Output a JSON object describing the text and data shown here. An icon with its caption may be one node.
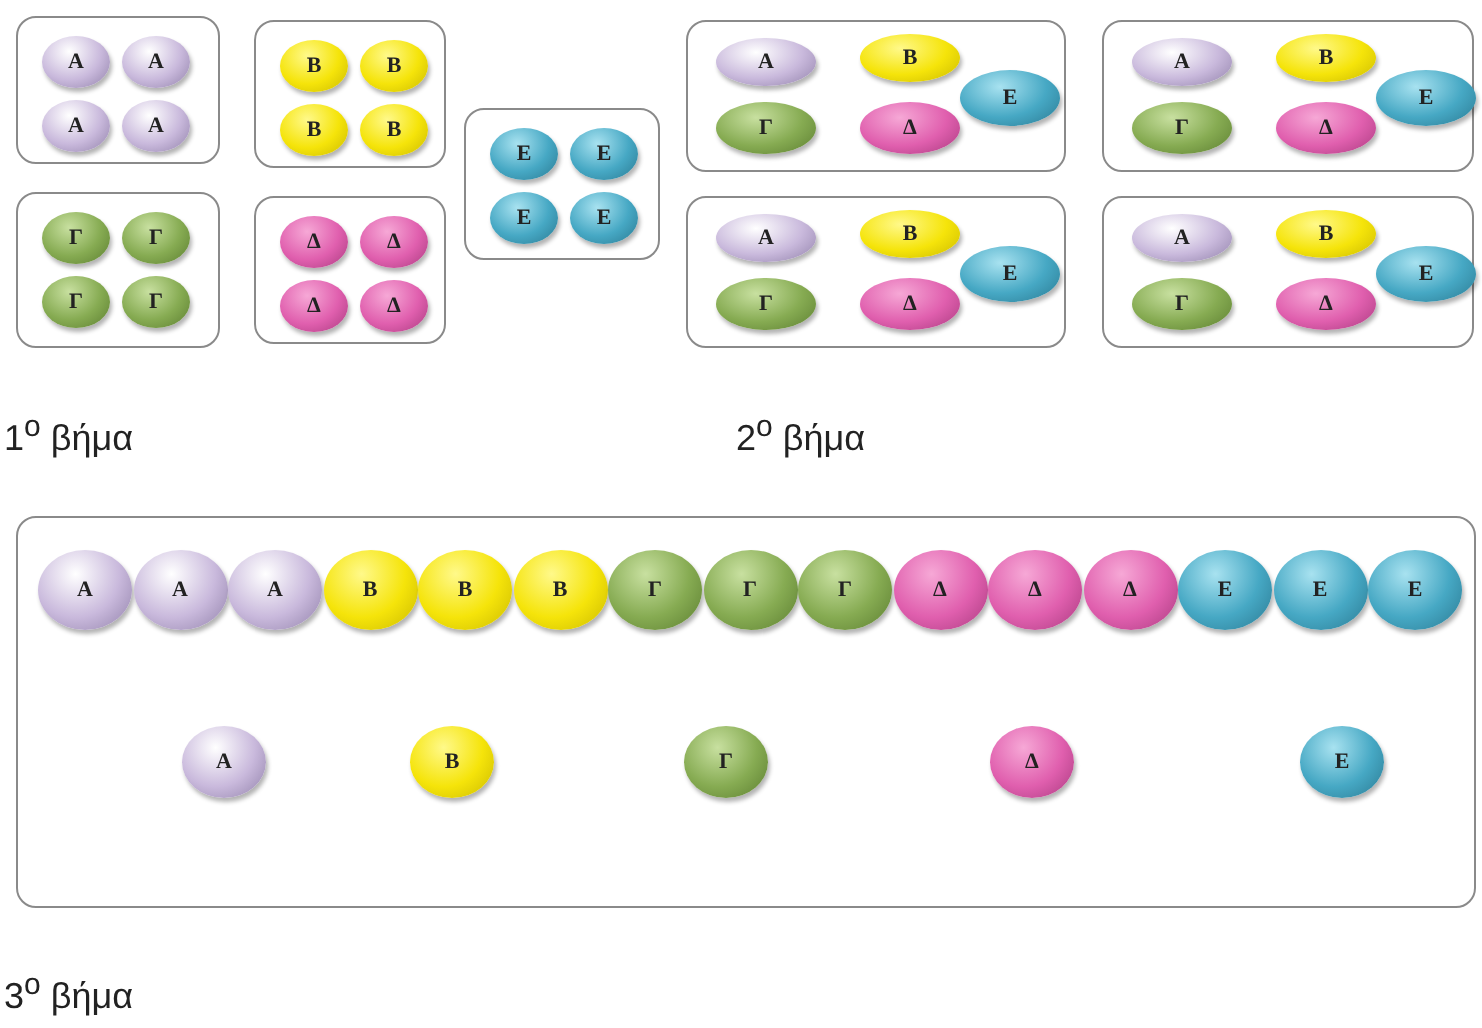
{
  "diagram": {
    "nodes": [
      {
        "text": [],
        "shape": "box"
      },
      {
        "text": [
          "Α"
        ],
        "in": 0
      },
      {
        "text": [
          "Α"
        ],
        "in": 0
      },
      {
        "text": [
          "Α"
        ],
        "in": 0
      },
      {
        "text": [
          "Α"
        ],
        "in": 0
      },
      {
        "text": [],
        "shape": "box"
      },
      {
        "text": [
          "Γ"
        ],
        "in": 5
      },
      {
        "text": [
          "Γ"
        ],
        "in": 5
      },
      {
        "text": [
          "Γ"
        ],
        "in": 5
      },
      {
        "text": [
          "Γ"
        ],
        "in": 5
      },
      {
        "text": [],
        "shape": "box"
      },
      {
        "text": [
          "Β"
        ],
        "in": 10
      },
      {
        "text": [
          "Β"
        ],
        "in": 10
      },
      {
        "text": [
          "Β"
        ],
        "in": 10
      },
      {
        "text": [
          "Β"
        ],
        "in": 10
      },
      {
        "text": [],
        "shape": "box"
      },
      {
        "text": [
          "Δ"
        ],
        "in": 15
      },
      {
        "text": [
          "Δ"
        ],
        "in": 15
      },
      {
        "text": [
          "Δ"
        ],
        "in": 15
      },
      {
        "text": [
          "Δ"
        ],
        "in": 15
      },
      {
        "text": [],
        "shape": "box"
      },
      {
        "text": [
          "Ε"
        ],
        "in": 20
      },
      {
        "text": [
          "Ε"
        ],
        "in": 20
      },
      {
        "text": [
          "Ε"
        ],
        "in": 20
      },
      {
        "text": [
          "Ε"
        ],
        "in": 20
      },
      {
        "text": [],
        "shape": "box"
      },
      {
        "text": [
          "Α"
        ],
        "in": 25
      },
      {
        "text": [
          "Β"
        ],
        "in": 25
      },
      {
        "text": [
          "Γ"
        ],
        "in": 25
      },
      {
        "text": [
          "Δ"
        ],
        "in": 25
      },
      {
        "text": [
          "Ε"
        ],
        "in": 25
      },
      {
        "text": [],
        "shape": "box"
      },
      {
        "text": [
          "Α"
        ],
        "in": 31
      },
      {
        "text": [
          "Β"
        ],
        "in": 31
      },
      {
        "text": [
          "Γ"
        ],
        "in": 31
      },
      {
        "text": [
          "Δ"
        ],
        "in": 31
      },
      {
        "text": [
          "Ε"
        ],
        "in": 31
      },
      {
        "text": [],
        "shape": "box"
      },
      {
        "text": [
          "Α"
        ],
        "in": 37
      },
      {
        "text": [
          "Β"
        ],
        "in": 37
      },
      {
        "text": [
          "Γ"
        ],
        "in": 37
      },
      {
        "text": [
          "Δ"
        ],
        "in": 37
      },
      {
        "text": [
          "Ε"
        ],
        "in": 37
      },
      {
        "text": [],
        "shape": "box"
      },
      {
        "text": [
          "Α"
        ],
        "in": 43
      },
      {
        "text": [
          "Β"
        ],
        "in": 43
      },
      {
        "text": [
          "Γ"
        ],
        "in": 43
      },
      {
        "text": [
          "Δ"
        ],
        "in": 43
      },
      {
        "text": [
          "Ε"
        ],
        "in": 43
      },
      {
        "text": [],
        "shape": "box"
      },
      {
        "text": [
          "Α"
        ],
        "in": 49
      },
      {
        "text": [
          "Α"
        ],
        "in": 49
      },
      {
        "text": [
          "Α"
        ],
        "in": 49
      },
      {
        "text": [
          "Β"
        ],
        "in": 49
      },
      {
        "text": [
          "Β"
        ],
        "in": 49
      },
      {
        "text": [
          "Β"
        ],
        "in": 49
      },
      {
        "text": [
          "Γ"
        ],
        "in": 49
      },
      {
        "text": [
          "Γ"
        ],
        "in": 49
      },
      {
        "text": [
          "Γ"
        ],
        "in": 49
      },
      {
        "text": [
          "Δ"
        ],
        "in": 49
      },
      {
        "text": [
          "Δ"
        ],
        "in": 49
      },
      {
        "text": [
          "Δ"
        ],
        "in": 49
      },
      {
        "text": [
          "Ε"
        ],
        "in": 49
      },
      {
        "text": [
          "Ε"
        ],
        "in": 49
      },
      {
        "text": [
          "Ε"
        ],
        "in": 49
      },
      {
        "text": [
          "Α"
        ],
        "in": 49
      },
      {
        "text": [
          "Β"
        ],
        "in": 49
      },
      {
        "text": [
          "Γ"
        ],
        "in": 49
      },
      {
        "text": [
          "Δ"
        ],
        "in": 49
      },
      {
        "text": [
          "Ε"
        ],
        "in": 49
      }
    ],
    "labels": [
      "1$^{o}$ βήμα",
      "2$^{o}$ βήμα",
      "3$^{o}$ βήμα"
    ]
  }
}
